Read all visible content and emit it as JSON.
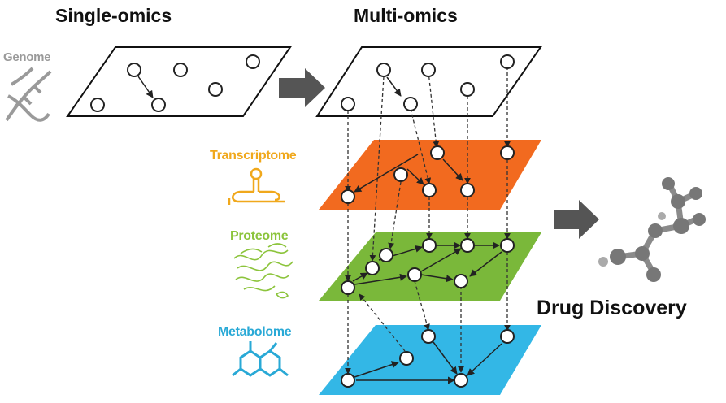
{
  "titles": {
    "single": "Single-omics",
    "multi": "Multi-omics"
  },
  "labels": {
    "genome": "Genome",
    "transcriptome": "Transcriptome",
    "proteome": "Proteome",
    "metabolome": "Metabolome",
    "drug_discovery": "Drug Discovery"
  },
  "colors": {
    "genome": "#9a9a9a",
    "transcriptome": "#f0a81c",
    "proteome": "#8cc43c",
    "metabolome": "#29a9d6",
    "transcriptome_plane": "#f26a1f",
    "proteome_plane": "#7ab83a",
    "metabolome_plane": "#33b7e6",
    "arrow": "#555555",
    "molecule": "#8a8a8a"
  },
  "icons": {
    "genome": "dna-helix-icon",
    "transcriptome": "rna-hairpin-icon",
    "proteome": "protein-ribbon-icon",
    "metabolome": "molecule-ring-icon",
    "drug": "drug-molecule-icon"
  }
}
